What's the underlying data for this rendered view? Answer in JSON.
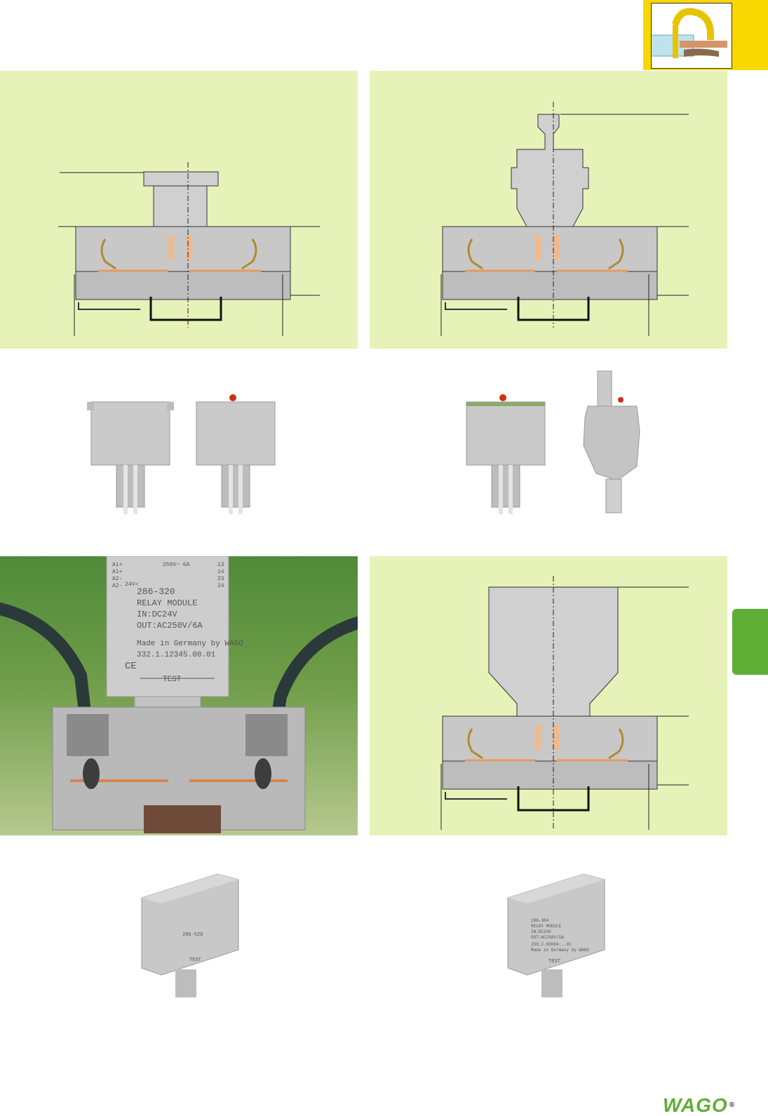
{
  "logo": {
    "brand": "WAGO",
    "reg_mark": "®"
  },
  "relay_module": {
    "part_no": "286-320",
    "line1": "RELAY MODULE",
    "line2": "IN:DC24V",
    "line3": "OUT:AC250V/6A",
    "made_in": "Made in Germany by WAGO",
    "code": "332.1.12345.00.01",
    "ce": "CE",
    "test": "TEST",
    "top_rating": "250V~ 6A",
    "top_left": [
      "A1+",
      "A1+",
      "A2-",
      "A2-"
    ],
    "top_voltage": "24V=",
    "top_right": [
      "13",
      "14",
      "23",
      "24"
    ]
  },
  "small_module_1": {
    "part_no": "286-520",
    "test": "TEST"
  },
  "small_module_2": {
    "part_no": "286-304",
    "line1": "RELAY MODULE",
    "line2": "IN:DC24V",
    "line3": "OUT:AC250V/1A",
    "code": "259.2.03094...01",
    "made_in": "Made in Germany by WAGO",
    "test": "TEST"
  },
  "colors": {
    "panel": "#e6f2b8",
    "badge": "#f7d800",
    "accent_green": "#5fae35",
    "module_gray": "#cdcdcd",
    "contact_orange": "#e59a62"
  }
}
